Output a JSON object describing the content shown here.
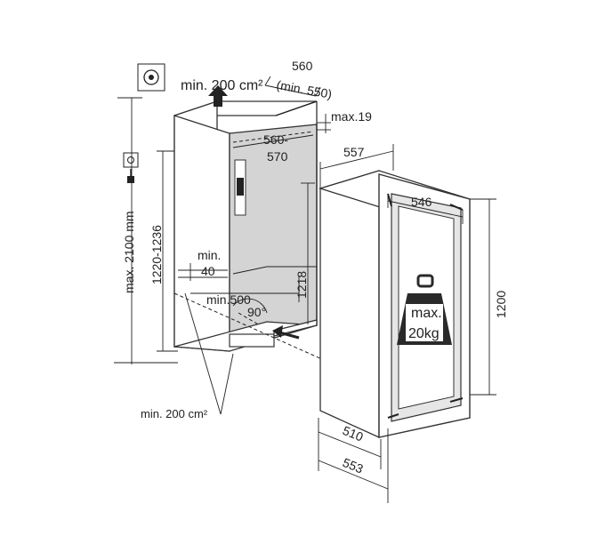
{
  "labels": {
    "top_vent": "min. 200 cm²",
    "niche_width": "560",
    "niche_width_min": "(min. 550)",
    "max_depth_gap": "max.19",
    "inner_width_a": "560-",
    "inner_width_b": "570",
    "total_height": "max. 2100 mm",
    "niche_height": "1220-1236",
    "min_40_a": "min.",
    "min_40_b": "40",
    "min_500": "min.500",
    "angle": "90°",
    "height_1218": "1218",
    "bottom_vent": "min. 200 cm²",
    "appliance_depth_557": "557",
    "appliance_width_546": "546",
    "weight_a": "max.",
    "weight_b": "20kg",
    "appliance_height": "1200",
    "depth_510": "510",
    "depth_553": "553"
  },
  "colors": {
    "line": "#222222",
    "niche_interior": "#d4d4d4",
    "appliance_door": "#e6e6e6",
    "weight_icon": "#2a2a2a"
  }
}
